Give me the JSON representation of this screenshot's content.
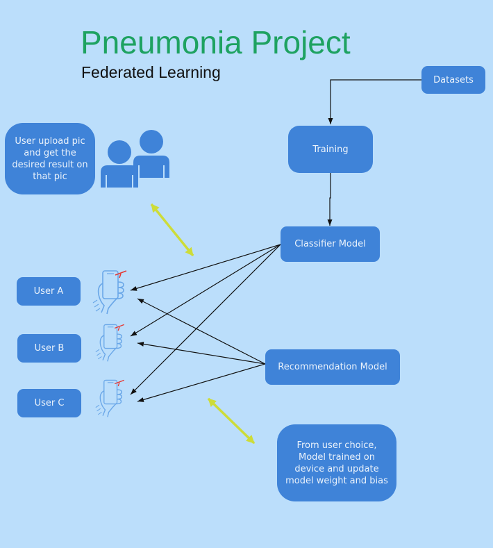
{
  "title": "Pneumonia Project",
  "subtitle": "Federated Learning",
  "nodes": {
    "datasets": "Datasets",
    "training": "Training",
    "classifier": "Classifier Model",
    "recommendation": "Recommendation Model",
    "user_note": "User upload pic and get the desired result on that pic",
    "device_note": "From user choice, Model trained on device and update model weight and bias"
  },
  "users": [
    "User A",
    "User B",
    "User C"
  ],
  "colors": {
    "background": "#bbdefb",
    "box": "#3f83d8",
    "title": "#1ea261",
    "double_arrow": "#cddc39",
    "phone_icon": "#6aa7e8"
  },
  "icons": {
    "people": "users-group-icon",
    "phone": "phone-in-hand-icon"
  }
}
